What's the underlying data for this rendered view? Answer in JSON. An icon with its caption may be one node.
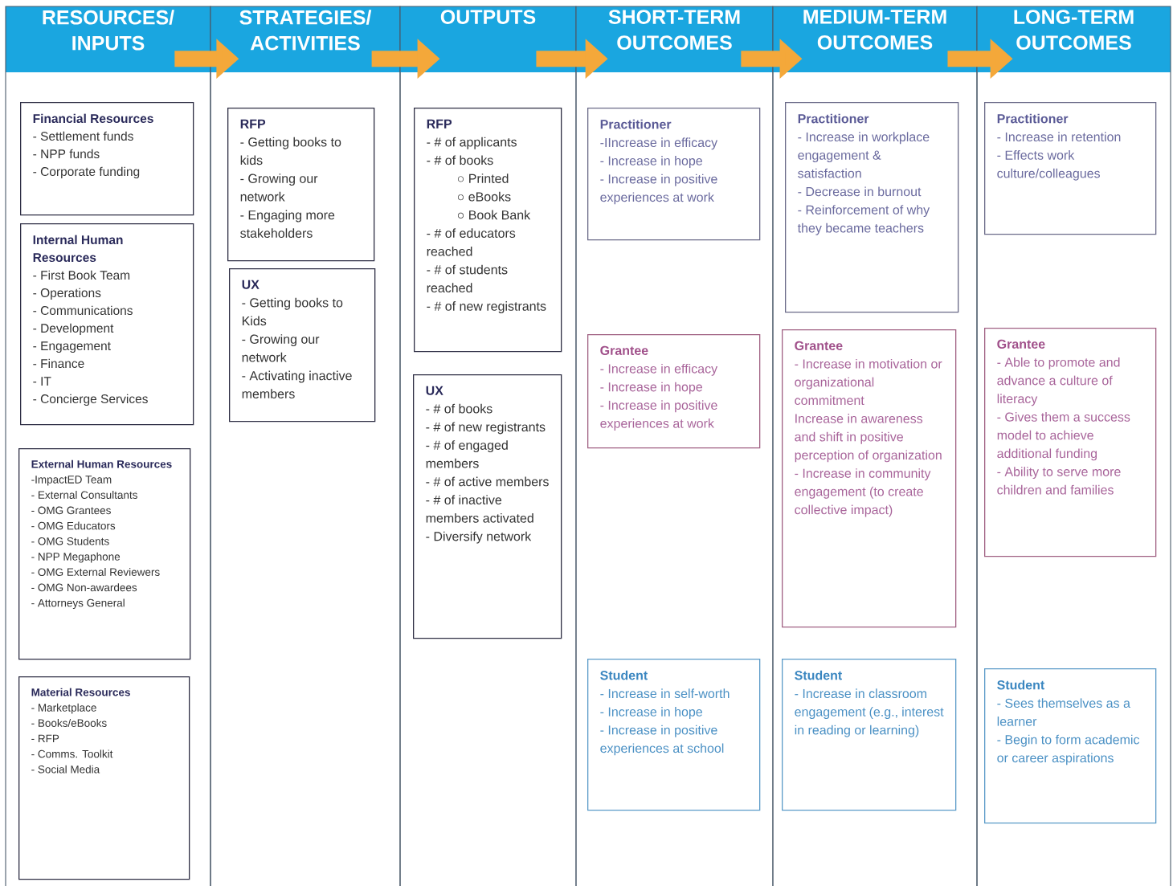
{
  "diagram": {
    "nodes": [
      {
        "text": [
          "RESOURCES/ INPUTS"
        ]
      },
      {
        "text": [
          "STRATEGIES/ ACTIVITIES"
        ]
      },
      {
        "text": [
          "OUTPUTS"
        ]
      },
      {
        "text": [
          "SHORT-TERM OUTCOMES"
        ]
      },
      {
        "text": [
          "MEDIUM-TERM OUTCOMES"
        ]
      },
      {
        "text": [
          "LONG-TERM OUTCOMES"
        ]
      },
      {
        "text": [
          "Financial Resources",
          "- Settlement funds",
          "- NPP funds",
          "- Corporate funding"
        ]
      },
      {
        "text": [
          "Internal Human Resources",
          "- First Book Team",
          "- Operations",
          "- Communications",
          "- Development",
          "- Engagement",
          "- Finance",
          "- IT",
          "- Concierge Services"
        ]
      },
      {
        "text": [
          "External Human Resources",
          "-ImpactED Team",
          "- External Consultants",
          "- OMG Grantees",
          "- OMG Educators",
          "- OMG Students",
          "- NPP Megaphone",
          "- OMG External Reviewers",
          "- OMG Non-awardees",
          "- Attorneys General"
        ]
      },
      {
        "text": [
          "Material Resources",
          "- Marketplace",
          "- Books/eBooks",
          "- RFP",
          "- Comms. Toolkit",
          "- Social Media"
        ]
      },
      {
        "text": [
          "RFP",
          "- Getting books to kids",
          "- Growing our network",
          "- Engaging more stakeholders"
        ]
      },
      {
        "text": [
          "UX",
          "- Getting books to Kids",
          "- Growing our network",
          "- Activating inactive members"
        ]
      },
      {
        "text": [
          "RFP",
          "- # of applicants",
          "- # of books",
          "○ Printed",
          "○ eBooks",
          "○ Book Bank",
          "- # of educators reached",
          "- # of students reached",
          "- # of new registrants"
        ]
      },
      {
        "text": [
          "UX",
          "- # of books",
          "- # of new registrants",
          "- # of engaged members",
          "- # of active members",
          "- # of inactive members activated",
          "- Diversify network"
        ]
      },
      {
        "text": [
          "Practitioner",
          "-IIncrease in efficacy",
          "- Increase in hope",
          "- Increase in positive experiences at work"
        ]
      },
      {
        "text": [
          "Grantee",
          "- Increase in efficacy",
          "- Increase in hope",
          "- Increase in positive experiences at work"
        ]
      },
      {
        "text": [
          "Student",
          "- Increase in self-worth",
          "- Increase in hope",
          "- Increase in positive experiences at school"
        ]
      },
      {
        "text": [
          "Practitioner",
          "- Increase in workplace engagement & satisfaction",
          "- Decrease in burnout",
          "- Reinforcement of why they became teachers"
        ]
      },
      {
        "text": [
          "Grantee",
          "- Increase in motivation or organizational commitment",
          "Increase in awareness and shift in positive perception of organization",
          "- Increase in community engagement (to create collective impact)"
        ]
      },
      {
        "text": [
          "Student",
          "- Increase in classroom engagement (e.g., interest in reading or learning)"
        ]
      },
      {
        "text": [
          "Practitioner",
          "- Increase in retention",
          "- Effects work culture/colleagues"
        ]
      },
      {
        "text": [
          "Grantee",
          "- Able to promote and advance a culture of literacy",
          "- Gives them a success model to achieve additional funding",
          "- Ability to serve more children and families"
        ]
      },
      {
        "text": [
          "Student",
          "- Sees themselves as a learner",
          "- Begin to form academic or career aspirations"
        ]
      }
    ],
    "edges": [
      {
        "from": 0,
        "to": 1,
        "arrow": "to",
        "color": "#f4a83a"
      },
      {
        "from": 1,
        "to": 2,
        "arrow": "to",
        "color": "#f4a83a"
      },
      {
        "from": 2,
        "to": 3,
        "arrow": "to",
        "color": "#f4a83a"
      },
      {
        "from": 3,
        "to": 4,
        "arrow": "to",
        "color": "#f4a83a"
      },
      {
        "from": 4,
        "to": 5,
        "arrow": "to",
        "color": "#f4a83a"
      }
    ]
  }
}
